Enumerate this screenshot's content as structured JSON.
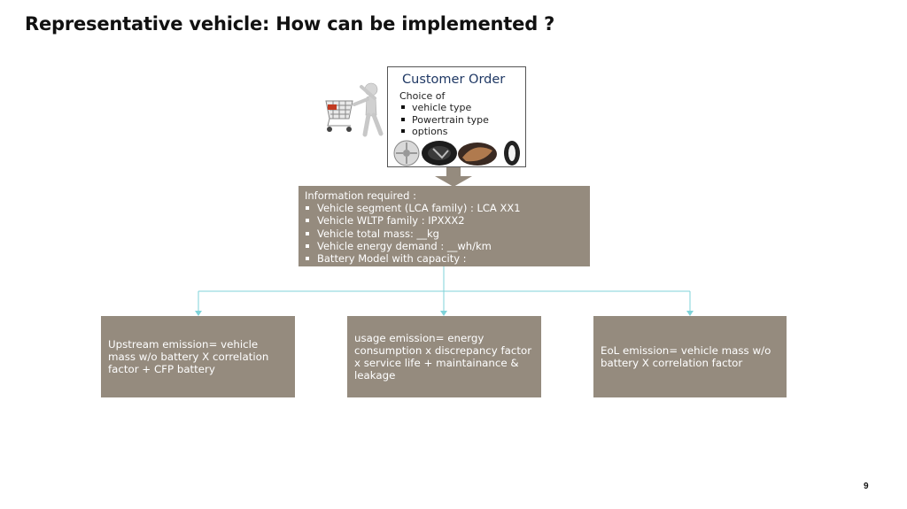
{
  "slide": {
    "title": "Representative vehicle: How can be implemented ?",
    "page_number": "9"
  },
  "customer_order": {
    "title": "Customer Order",
    "subtitle": "Choice of",
    "items": [
      "vehicle type",
      "Powertrain type",
      "options"
    ]
  },
  "info_required": {
    "heading": "Information required :",
    "items": [
      "Vehicle segment (LCA family) : LCA XX1",
      "Vehicle WLTP family : IPXXX2",
      "Vehicle total mass: __kg",
      "Vehicle energy demand : __wh/km",
      "Battery Model with capacity :"
    ]
  },
  "emissions": {
    "upstream": "Upstream emission= vehicle mass w/o battery X correlation factor + CFP battery",
    "usage": "usage emission= energy consumption x discrepancy factor x service life + maintainance & leakage",
    "eol": "EoL emission= vehicle mass w/o battery X correlation factor"
  },
  "colors": {
    "box_fill": "#958b7e",
    "connector": "#7fd3d9",
    "order_title": "#1f3864"
  },
  "icons": [
    "shopping-cart-person-icon",
    "wheel-rim-icon",
    "steering-wheel-icon",
    "leather-seat-icon",
    "tire-icon"
  ]
}
